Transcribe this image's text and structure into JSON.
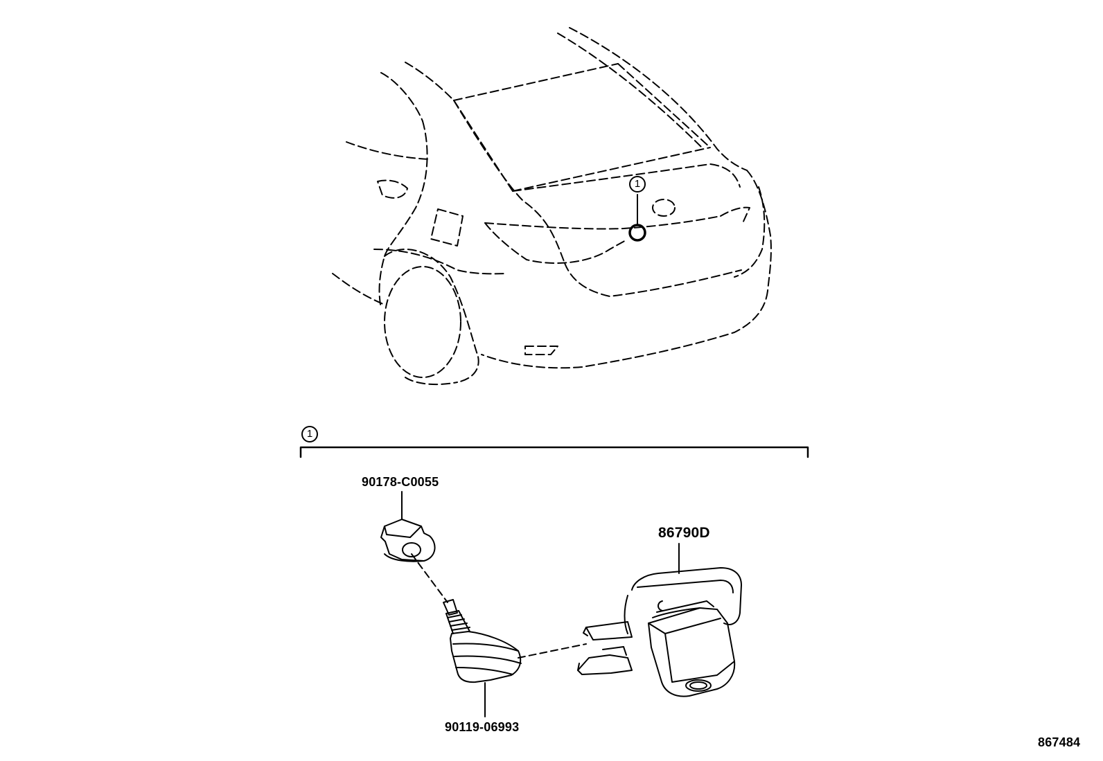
{
  "diagram": {
    "id": "867484",
    "callout": "1",
    "parts": [
      {
        "key": "nut",
        "number": "90178-C0055"
      },
      {
        "key": "camera",
        "number": "86790D"
      },
      {
        "key": "bolt",
        "number": "90119-06993"
      }
    ]
  },
  "colors": {
    "line": "#000000",
    "background": "#ffffff"
  }
}
